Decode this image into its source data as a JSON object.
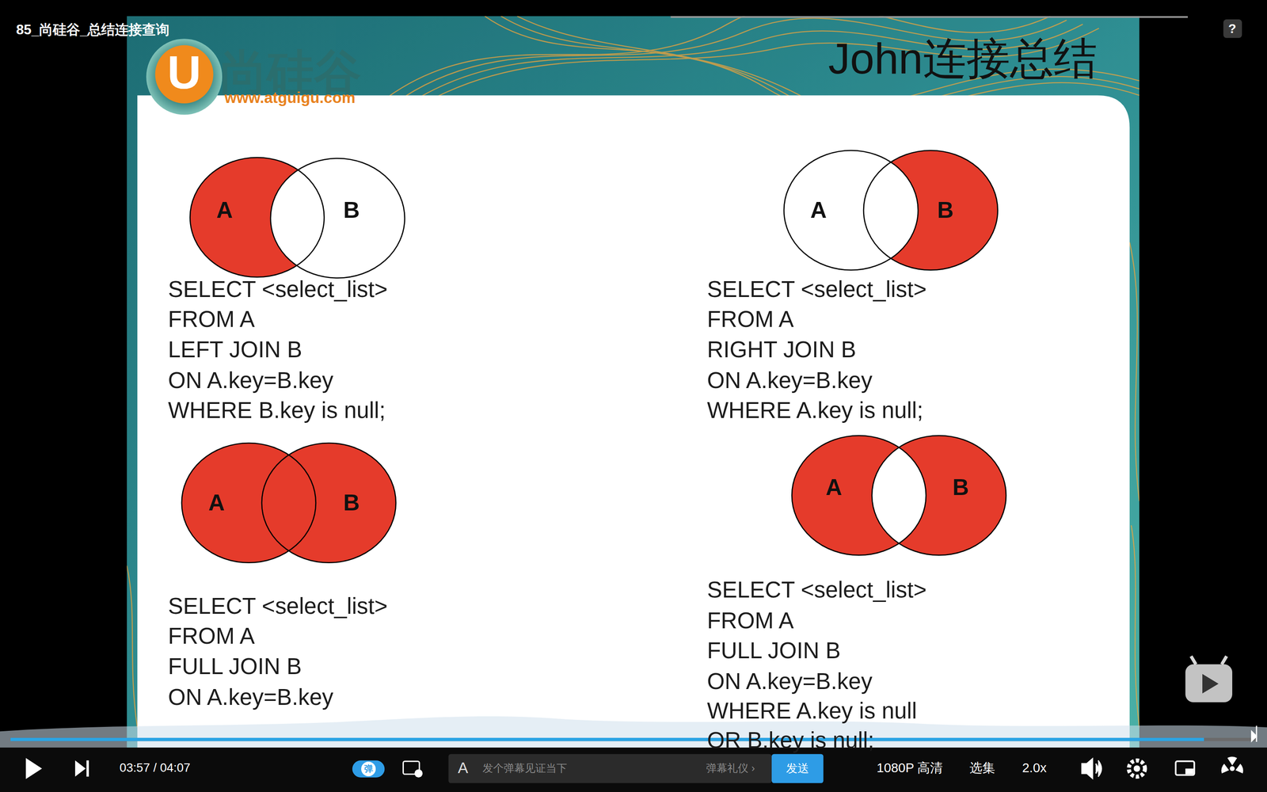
{
  "diagram": {
    "title": "John连接总结",
    "nodes": [
      {
        "text": [
          "A"
        ]
      },
      {
        "text": [
          "B"
        ]
      },
      {
        "text": [
          "A"
        ]
      },
      {
        "text": [
          "B"
        ]
      },
      {
        "text": [
          "A"
        ]
      },
      {
        "text": [
          "B"
        ]
      },
      {
        "text": [
          "A"
        ]
      },
      {
        "text": [
          "B"
        ]
      }
    ],
    "labels": [
      "85_尚硅谷_总结连接查询",
      "U",
      "尚硅谷",
      "www.atguigu.com",
      "SELECT <select_list>",
      "FROM A",
      "LEFT JOIN B",
      "ON  A.key=B.key",
      "WHERE B.key is null;",
      "SELECT <select_list>",
      "FROM A",
      "RIGHT JOIN B",
      "ON  A.key=B.key",
      "WHERE A.key is null;",
      "SELECT <select_list>",
      "FROM A",
      "FULL JOIN B",
      "ON  A.key=B.key",
      "SELECT <select_list>",
      "FROM A",
      "FULL JOIN B",
      "ON  A.key=B.key",
      "WHERE A.key is null",
      "OR B.key is null;",
      "?",
      "03:57 / 04:07",
      "弹",
      "A",
      "发个弹幕见证当下",
      "弹幕礼仪 ›",
      "发送",
      "1080P 高清",
      "选集",
      "2.0x"
    ]
  }
}
